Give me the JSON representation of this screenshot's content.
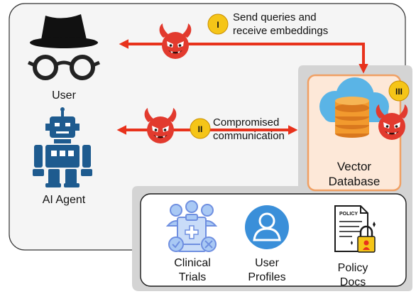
{
  "actors": {
    "user": {
      "label": "User",
      "icon": "spy-hat-glasses-icon"
    },
    "agent": {
      "label": "AI Agent",
      "icon": "robot-icon"
    }
  },
  "vector_db": {
    "label_line1": "Vector",
    "label_line2": "Database",
    "icon": "cloud-database-icon"
  },
  "threats": {
    "i": {
      "marker": "I",
      "line1": "Send queries and",
      "line2": "receive embeddings"
    },
    "ii": {
      "marker": "II",
      "line1": "Compromised",
      "line2": "communication"
    },
    "iii": {
      "marker": "III"
    }
  },
  "sources": [
    {
      "line1": "Clinical",
      "line2": "Trials",
      "icon": "clinical-trials-icon"
    },
    {
      "line1": "User",
      "line2": "Profiles",
      "icon": "user-profile-icon"
    },
    {
      "line1": "Policy",
      "line2": "Docs",
      "icon": "policy-document-lock-icon",
      "doc_header": "POLICY"
    }
  ],
  "colors": {
    "arrow_red": "#e8321c",
    "devil_red": "#e23a2e",
    "badge_yellow": "#f5c518",
    "db_orange": "#f0a064",
    "db_fill": "#fde8d8",
    "robot_blue": "#1e5b8f",
    "cloud_blue": "#5ab4e6",
    "panel_gray": "#d4d4d4"
  }
}
